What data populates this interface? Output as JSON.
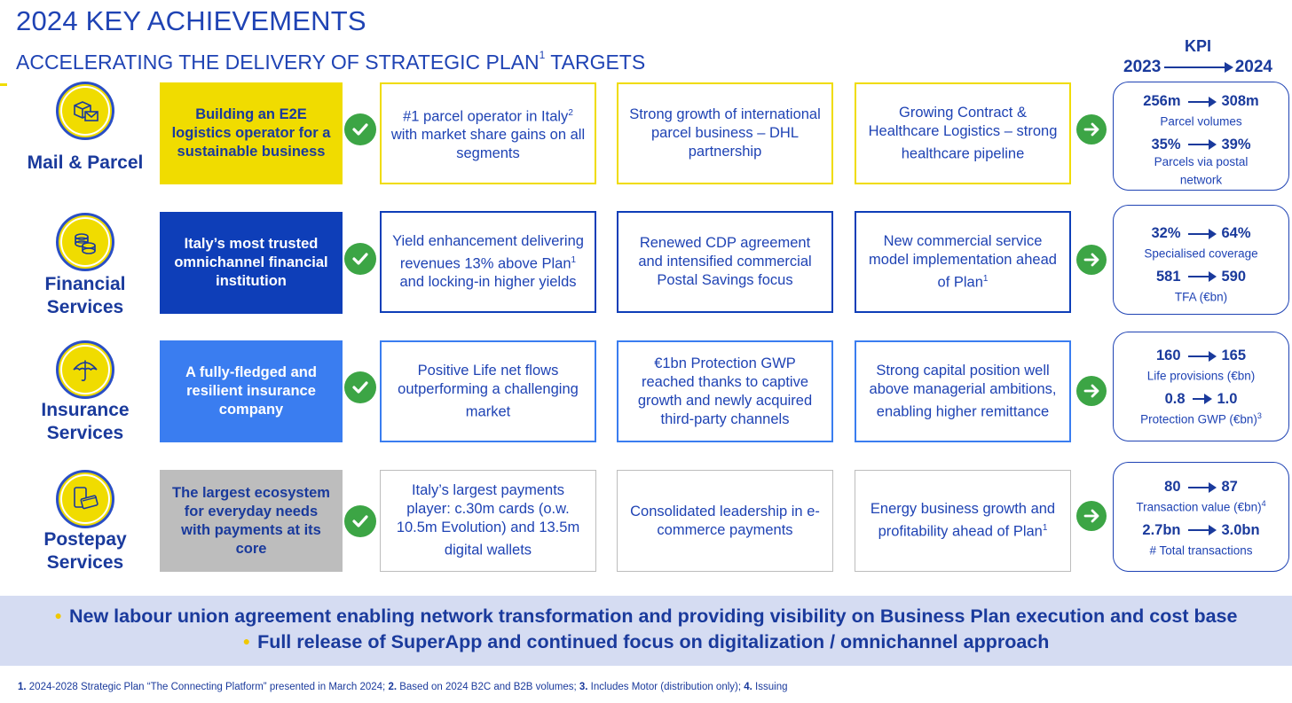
{
  "title": "2024 KEY ACHIEVEMENTS",
  "subtitle": "ACCELERATING THE DELIVERY OF STRATEGIC PLAN",
  "subtitle_sup": "1",
  "subtitle_end": " TARGETS",
  "kpi_header": {
    "label": "KPI",
    "from_year": "2023",
    "to_year": "2024"
  },
  "colors": {
    "blue_text": "#1a3a9c",
    "yellow": "#f0dc00",
    "dark_blue": "#0e3eb8",
    "light_blue": "#3a7df0",
    "grey": "#bdbdbd",
    "green": "#3ca545",
    "banner_bg": "#d5dcf2"
  },
  "rows": [
    {
      "segment_line1": "Mail & Parcel",
      "segment_line2": "",
      "icon": "mail-parcel-icon",
      "headline": "Building an E2E logistics operator for a sustainable business",
      "box1": "#1 parcel operator in Italy",
      "box1_sup": "2",
      "box1_end": " with market share gains on all segments",
      "box2": "Strong growth of international parcel business – DHL partnership",
      "box3": "Growing Contract & Healthcare Logistics – strong healthcare pipeline",
      "box3_sup": "",
      "box3_end": "",
      "kpi1_from": "256m",
      "kpi1_to": "308m",
      "kpi1_desc": "Parcel volumes",
      "kpi1_sup": "",
      "kpi2_from": "35%",
      "kpi2_to": "39%",
      "kpi2_desc": "Parcels via postal network",
      "kpi2_sup": ""
    },
    {
      "segment_line1": "Financial",
      "segment_line2": "Services",
      "icon": "coins-icon",
      "headline": "Italy’s most trusted omnichannel financial institution",
      "box1": "Yield enhancement delivering revenues 13% above Plan",
      "box1_sup": "1",
      "box1_end": " and locking-in higher yields",
      "box2": "Renewed CDP agreement and intensified commercial Postal Savings focus",
      "box3": "New commercial service model implementation ahead of Plan",
      "box3_sup": "1",
      "box3_end": "",
      "kpi1_from": "32%",
      "kpi1_to": "64%",
      "kpi1_desc": "Specialised coverage",
      "kpi1_sup": "",
      "kpi2_from": "581",
      "kpi2_to": "590",
      "kpi2_desc": "TFA (€bn)",
      "kpi2_sup": ""
    },
    {
      "segment_line1": "Insurance",
      "segment_line2": "Services",
      "icon": "umbrella-icon",
      "headline": "A fully-fledged and resilient insurance company",
      "box1": "Positive Life net flows outperforming a challenging market",
      "box1_sup": "",
      "box1_end": "",
      "box2": "€1bn Protection GWP reached thanks to captive growth and newly acquired third-party channels",
      "box3": "Strong capital position well above managerial ambitions, enabling higher remittance",
      "box3_sup": "",
      "box3_end": "",
      "kpi1_from": "160",
      "kpi1_to": "165",
      "kpi1_desc": "Life provisions (€bn)",
      "kpi1_sup": "",
      "kpi2_from": "0.8",
      "kpi2_to": "1.0",
      "kpi2_desc": "Protection GWP (€bn)",
      "kpi2_sup": "3"
    },
    {
      "segment_line1": "Postepay",
      "segment_line2": "Services",
      "icon": "payment-card-icon",
      "headline": "The largest ecosystem for everyday needs with payments at its core",
      "box1": "Italy’s largest payments player: c.30m cards (o.w. 10.5m Evolution) and 13.5m digital wallets",
      "box1_sup": "",
      "box1_end": "",
      "box2": "Consolidated leadership in e-commerce payments",
      "box3": "Energy business growth and profitability ahead of Plan",
      "box3_sup": "1",
      "box3_end": "",
      "kpi1_from": "80",
      "kpi1_to": "87",
      "kpi1_desc": "Transaction value (€bn)",
      "kpi1_sup": "4",
      "kpi2_from": "2.7bn",
      "kpi2_to": "3.0bn",
      "kpi2_desc": "# Total transactions",
      "kpi2_sup": ""
    }
  ],
  "banner": [
    "New labour union agreement enabling network transformation and providing visibility on Business Plan execution and cost base",
    "Full release of SuperApp and continued focus on digitalization / omnichannel approach"
  ],
  "footnotes": [
    {
      "num": "1.",
      "text": " 2024-2028 Strategic Plan “The Connecting Platform” presented in March 2024; "
    },
    {
      "num": "2.",
      "text": " Based on 2024 B2C and B2B volumes; "
    },
    {
      "num": "3.",
      "text": " Includes Motor (distribution only); "
    },
    {
      "num": "4.",
      "text": " Issuing"
    }
  ]
}
